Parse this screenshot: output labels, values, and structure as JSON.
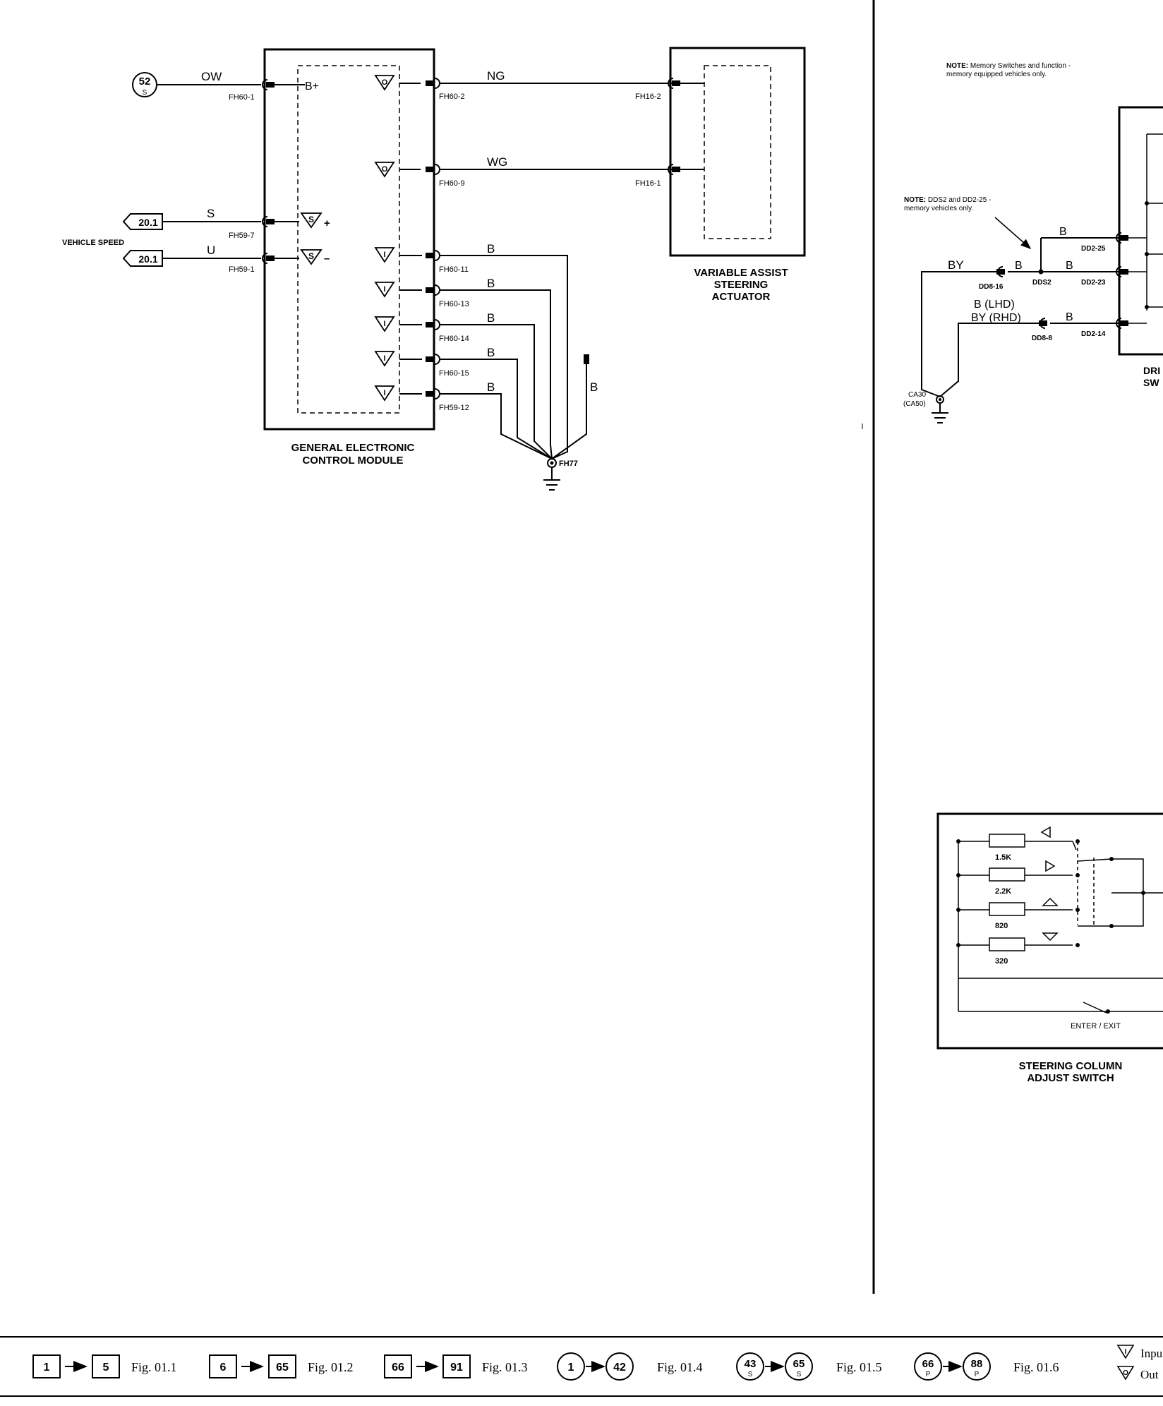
{
  "gecm": {
    "title_line1": "GENERAL ELECTRONIC",
    "title_line2": "CONTROL MODULE",
    "pin_bplus": "B+"
  },
  "supply": {
    "circle_num": "52",
    "circle_sub": "S",
    "wire": "OW",
    "pin": "FH60-1"
  },
  "vehicle_speed": {
    "label": "VEHICLE SPEED",
    "ref1": "20.1",
    "ref2": "20.1",
    "wire_s": "S",
    "wire_u": "U",
    "pin_s": "FH59-7",
    "pin_u": "FH59-1"
  },
  "outputs": [
    {
      "wire": "NG",
      "pin_left": "FH60-2",
      "pin_right": "FH16-2"
    },
    {
      "wire": "WG",
      "pin_left": "FH60-9",
      "pin_right": "FH16-1"
    }
  ],
  "actuator": {
    "line1": "VARIABLE ASSIST",
    "line2": "STEERING",
    "line3": "ACTUATOR"
  },
  "grounds": [
    {
      "wire": "B",
      "pin": "FH60-11"
    },
    {
      "wire": "B",
      "pin": "FH60-13"
    },
    {
      "wire": "B",
      "pin": "FH60-14"
    },
    {
      "wire": "B",
      "pin": "FH60-15"
    },
    {
      "wire": "B",
      "pin": "FH59-12"
    }
  ],
  "ground_extra_wire": "B",
  "ground_point": "FH77",
  "symbols": {
    "input": "I",
    "output": "O",
    "speed": "S",
    "plus": "+",
    "minus": "–"
  },
  "right_panel": {
    "note1_bold": "NOTE:",
    "note1_line1": " Memory Switches and function -",
    "note1_line2": "memory equipped vehicles only.",
    "note2_bold": "NOTE:",
    "note2_line1": " DDS2 and DD2-25 -",
    "note2_line2": "memory vehicles only.",
    "wire_by": "BY",
    "wire_b1": "B",
    "wire_b2": "B",
    "wire_b3": "B",
    "wire_b4": "B",
    "wire_lhd": "B (LHD)",
    "wire_rhd": "BY (RHD)",
    "pin_dd8_16": "DD8-16",
    "pin_dds2": "DDS2",
    "pin_dd2_23": "DD2-23",
    "pin_dd2_25": "DD2-25",
    "pin_dd8_8": "DD8-8",
    "pin_dd2_14": "DD2-14",
    "ground_ca30": "CA30",
    "ground_ca50": "(CA50)",
    "cut_label1": "DRI",
    "cut_label2": "SW"
  },
  "steering_switch": {
    "r1": "1.5K",
    "r2": "2.2K",
    "r3": "820",
    "r4": "320",
    "enter_exit": "ENTER / EXIT",
    "title_line1": "STEERING COLUMN",
    "title_line2": "ADJUST SWITCH"
  },
  "legend": {
    "fig1": {
      "from": "1",
      "to": "5",
      "label": "Fig. 01.1"
    },
    "fig2": {
      "from": "6",
      "to": "65",
      "label": "Fig. 01.2"
    },
    "fig3": {
      "from": "66",
      "to": "91",
      "label": "Fig. 01.3"
    },
    "fig4": {
      "from": "1",
      "to": "42",
      "label": "Fig. 01.4"
    },
    "fig5": {
      "from": "43",
      "from_sub": "S",
      "to": "65",
      "to_sub": "S",
      "label": "Fig. 01.5"
    },
    "fig6": {
      "from": "66",
      "from_sub": "P",
      "to": "88",
      "to_sub": "P",
      "label": "Fig. 01.6"
    },
    "key_input": "Inpu",
    "key_output": "Out"
  }
}
